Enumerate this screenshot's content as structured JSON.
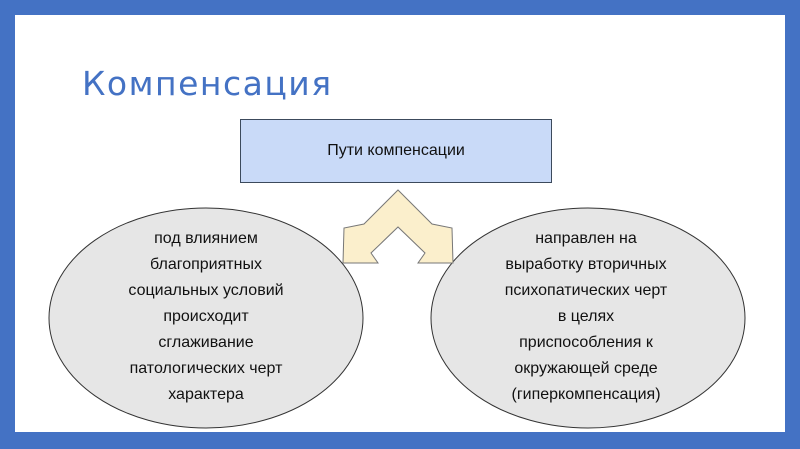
{
  "title": "Компенсация",
  "center_box": "Пути компенсации",
  "left_oval": [
    "под влиянием",
    "благоприятных",
    "социальных условий",
    "происходит",
    "сглаживание",
    "патологических черт",
    "характера"
  ],
  "right_oval": [
    "направлен на",
    "выработку вторичных",
    "психопатических черт",
    "в целях",
    "приспособления к",
    "окружающей среде",
    "(гиперкомпенсация)"
  ],
  "colors": {
    "frame": "#4472C4",
    "title": "#4472C4",
    "box_fill": "#c9daf8",
    "oval_fill": "#e6e6e6",
    "arrow_fill": "#fbefcc"
  }
}
